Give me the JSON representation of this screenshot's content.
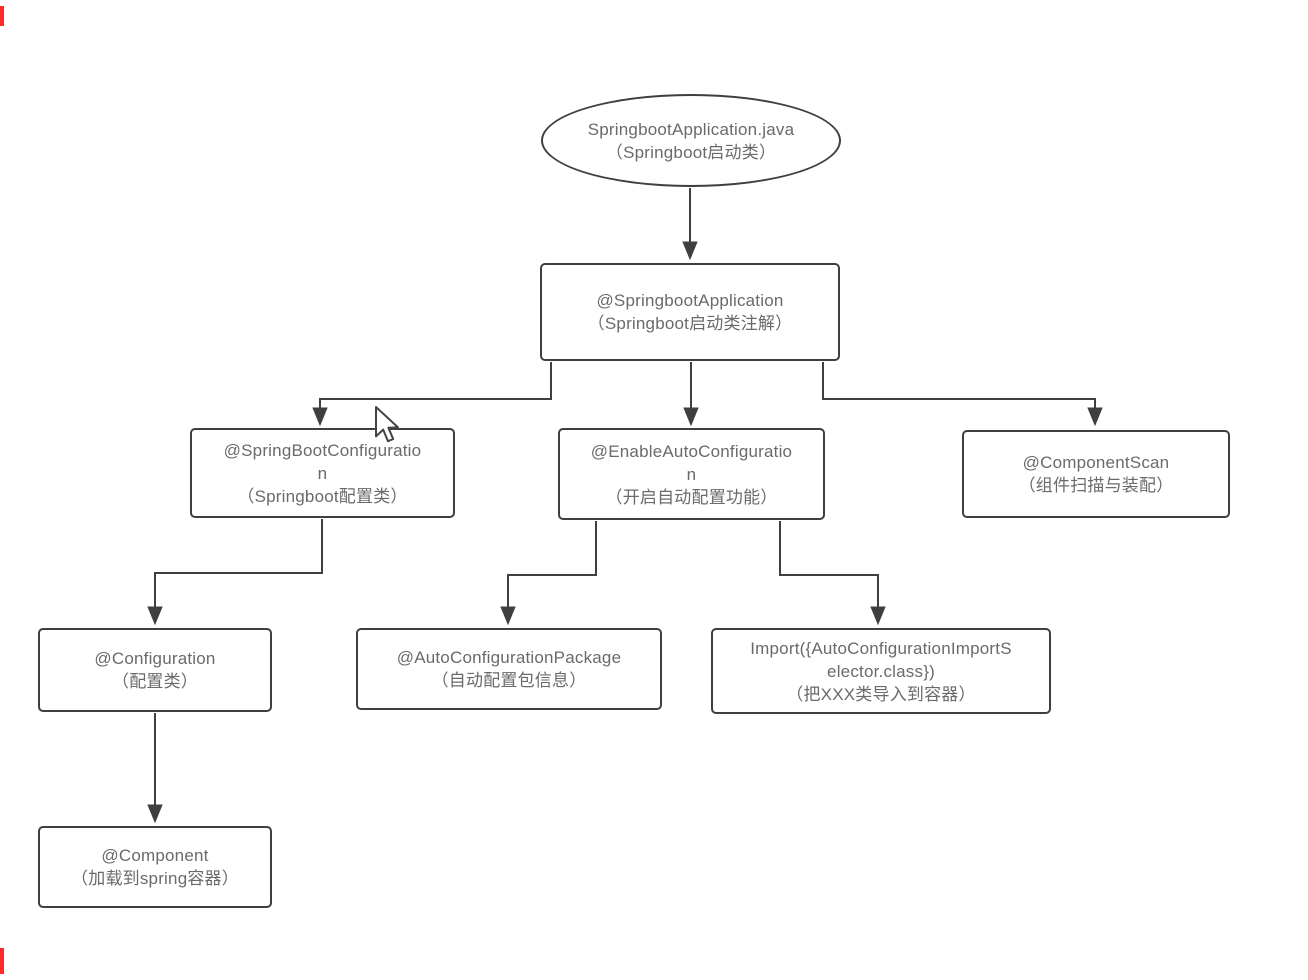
{
  "diagram": {
    "description": "Springboot annotation hierarchy flowchart",
    "colors": {
      "stroke": "#3f3f3f",
      "text": "#6a6a6a",
      "node_bg": "#ffffff",
      "canvas_bg": "#ffffff",
      "artifact_red": "#ff2a2a"
    },
    "nodes": [
      {
        "id": "springboot-application-java",
        "shape": "ellipse",
        "lines": [
          "SpringbootApplication.java",
          "（Springboot启动类）"
        ]
      },
      {
        "id": "springboot-application-annotation",
        "shape": "rect",
        "lines": [
          "@SpringbootApplication",
          "（Springboot启动类注解）"
        ]
      },
      {
        "id": "spring-boot-configuration",
        "shape": "rect",
        "lines": [
          "@SpringBootConfiguratio",
          "n",
          "（Springboot配置类）"
        ]
      },
      {
        "id": "enable-auto-configuration",
        "shape": "rect",
        "lines": [
          "@EnableAutoConfiguratio",
          "n",
          "（开启自动配置功能）"
        ]
      },
      {
        "id": "component-scan",
        "shape": "rect",
        "lines": [
          "@ComponentScan",
          "（组件扫描与装配）"
        ]
      },
      {
        "id": "configuration",
        "shape": "rect",
        "lines": [
          "@Configuration",
          "（配置类）"
        ]
      },
      {
        "id": "auto-configuration-package",
        "shape": "rect",
        "lines": [
          "@AutoConfigurationPackage",
          "（自动配置包信息）"
        ]
      },
      {
        "id": "import-auto-configuration-import-selector",
        "shape": "rect",
        "lines": [
          "Import({AutoConfigurationImportS",
          "elector.class})",
          "（把XXX类导入到容器）"
        ]
      },
      {
        "id": "component",
        "shape": "rect",
        "lines": [
          "@Component",
          "（加载到spring容器）"
        ]
      }
    ],
    "edges": [
      {
        "from": "springboot-application-java",
        "to": "springboot-application-annotation"
      },
      {
        "from": "springboot-application-annotation",
        "to": "spring-boot-configuration"
      },
      {
        "from": "springboot-application-annotation",
        "to": "enable-auto-configuration"
      },
      {
        "from": "springboot-application-annotation",
        "to": "component-scan"
      },
      {
        "from": "spring-boot-configuration",
        "to": "configuration"
      },
      {
        "from": "enable-auto-configuration",
        "to": "auto-configuration-package"
      },
      {
        "from": "enable-auto-configuration",
        "to": "import-auto-configuration-import-selector"
      },
      {
        "from": "configuration",
        "to": "component"
      }
    ],
    "cursor": {
      "type": "arrow"
    }
  }
}
